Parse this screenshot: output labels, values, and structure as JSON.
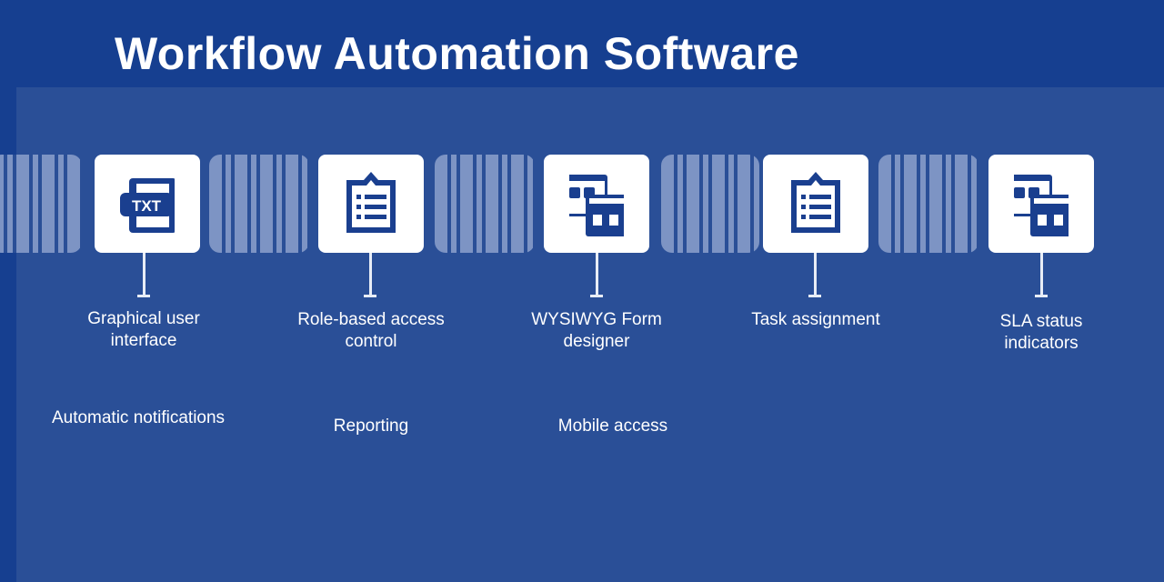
{
  "title": "Workflow Automation Software",
  "colors": {
    "background": "#2a4f97",
    "header": "#163f90",
    "icon": "#1a3f8f",
    "box": "#ffffff"
  },
  "items": [
    {
      "icon": "txt-file-icon",
      "icon_text": "TXT",
      "label": "Graphical user interface",
      "sublabel": "Automatic notifications"
    },
    {
      "icon": "clipboard-list-icon",
      "label": "Role-based access control",
      "sublabel": "Reporting"
    },
    {
      "icon": "windows-icon",
      "label": "WYSIWYG Form designer",
      "sublabel": "Mobile access"
    },
    {
      "icon": "clipboard-list-icon",
      "label": "Task assignment",
      "sublabel": ""
    },
    {
      "icon": "windows-icon",
      "label": "SLA status indicators",
      "sublabel": ""
    }
  ]
}
